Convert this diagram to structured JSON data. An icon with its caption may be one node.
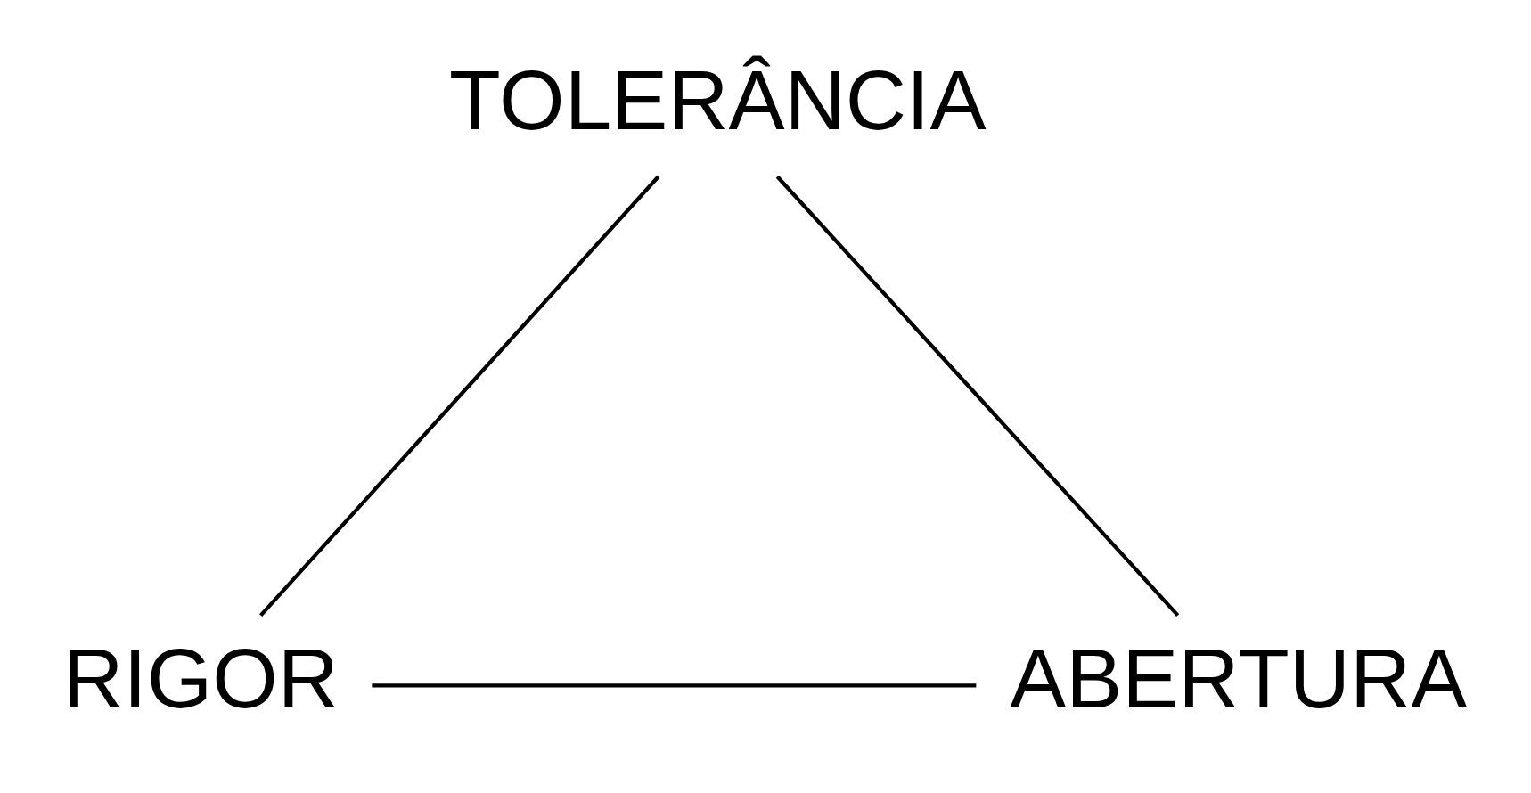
{
  "diagram": {
    "nodes": [
      {
        "text": [
          "TOLERÂNCIA"
        ]
      },
      {
        "text": [
          "RIGOR"
        ]
      },
      {
        "text": [
          "ABERTURA"
        ]
      }
    ],
    "edges": [
      {
        "from": 0,
        "to": 1,
        "arrow": "none"
      },
      {
        "from": 1,
        "to": 2,
        "arrow": "none"
      },
      {
        "from": 0,
        "to": 2,
        "arrow": "none"
      }
    ]
  }
}
